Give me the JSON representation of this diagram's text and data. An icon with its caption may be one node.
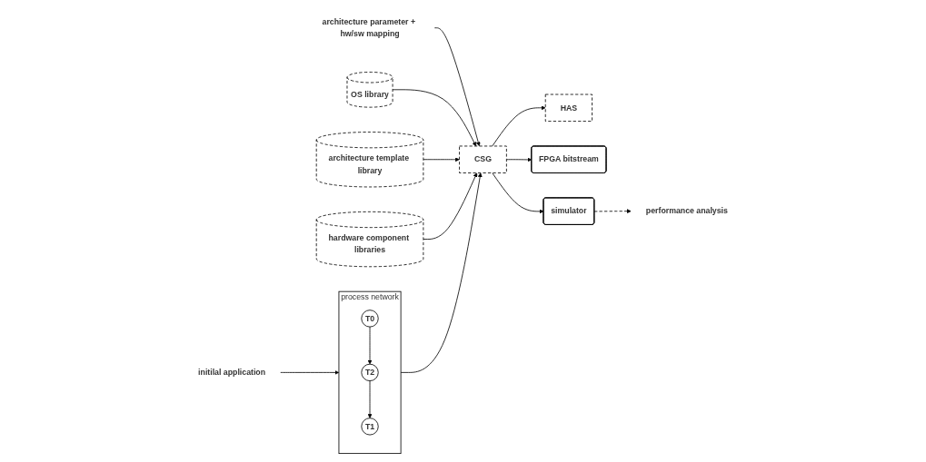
{
  "diagram": {
    "nodes": [
      {
        "text": [
          "initilal application"
        ]
      },
      {
        "text": [
          "process network"
        ]
      },
      {
        "text": [
          "T1"
        ],
        "in": 1
      },
      {
        "text": [
          "T2"
        ],
        "in": 1
      },
      {
        "text": [
          "T0"
        ],
        "in": 1
      },
      {
        "text": [
          "architecture parameter + hw/sw mapping"
        ]
      },
      {
        "text": [
          "HAS"
        ]
      },
      {
        "text": [
          "CSG"
        ]
      },
      {
        "text": [
          "FPGA bitstream"
        ]
      },
      {
        "text": [
          "simulator"
        ]
      },
      {
        "text": [
          "OS library"
        ]
      },
      {
        "text": [
          "hardware component libraries"
        ]
      },
      {
        "text": [
          "architecture template library"
        ]
      },
      {
        "text": [
          "performance analysis"
        ]
      }
    ],
    "edges": [
      {
        "from": 0,
        "to": 1,
        "arrow": "to"
      },
      {
        "from": 3,
        "to": 2,
        "arrow": "to"
      },
      {
        "from": 4,
        "to": 3,
        "arrow": "to"
      },
      {
        "from": 1,
        "to": 7,
        "arrow": "to"
      },
      {
        "from": 5,
        "to": 7,
        "arrow": "to"
      },
      {
        "from": 7,
        "to": 6,
        "arrow": "to"
      },
      {
        "from": 7,
        "to": 8,
        "arrow": "to"
      },
      {
        "from": 7,
        "to": 9,
        "arrow": "to"
      },
      {
        "from": 10,
        "to": 7,
        "arrow": "to"
      },
      {
        "from": 12,
        "to": 7,
        "arrow": "to"
      },
      {
        "from": 11,
        "to": 7,
        "arrow": "to"
      },
      {
        "from": 9,
        "to": 13,
        "arrow": "to",
        "style": "dashed"
      }
    ]
  }
}
